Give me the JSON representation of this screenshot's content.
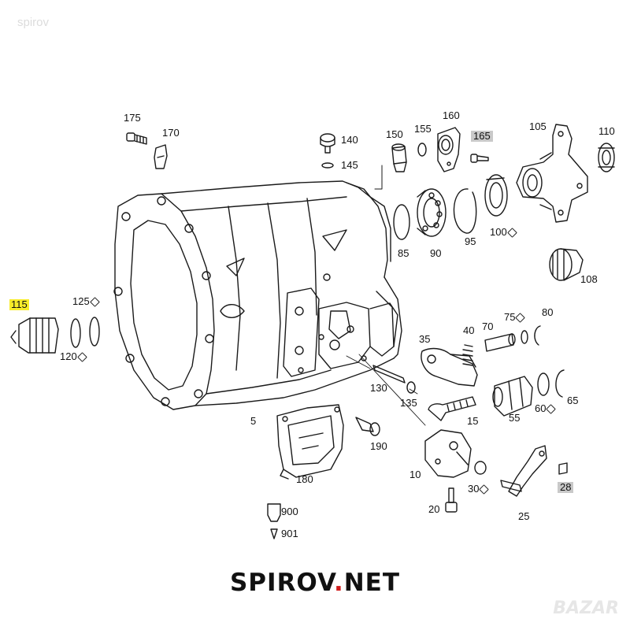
{
  "watermark": "spirov",
  "brand": {
    "name": "SPIROV",
    "dot": ".",
    "tld": "NET"
  },
  "bazar_mark": "BAZAR",
  "parts": {
    "p5": "5",
    "p10": "10",
    "p15": "15",
    "p20": "20",
    "p25": "25",
    "p28": "28",
    "p30": "30",
    "p35": "35",
    "p40": "40",
    "p55": "55",
    "p60": "60",
    "p65": "65",
    "p70": "70",
    "p75": "75",
    "p80": "80",
    "p85": "85",
    "p90": "90",
    "p95": "95",
    "p100": "100",
    "p105": "105",
    "p108": "108",
    "p110": "110",
    "p115": "115",
    "p120": "120",
    "p125": "125",
    "p130": "130",
    "p135": "135",
    "p140": "140",
    "p145": "145",
    "p150": "150",
    "p155": "155",
    "p160": "160",
    "p165": "165",
    "p170": "170",
    "p175": "175",
    "p180": "180",
    "p190": "190",
    "p900": "900",
    "p901": "901"
  },
  "highlight_colors": {
    "yellow": "#f7ec2a",
    "gray": "#c9c9c9",
    "accent": "#d11c1c"
  }
}
